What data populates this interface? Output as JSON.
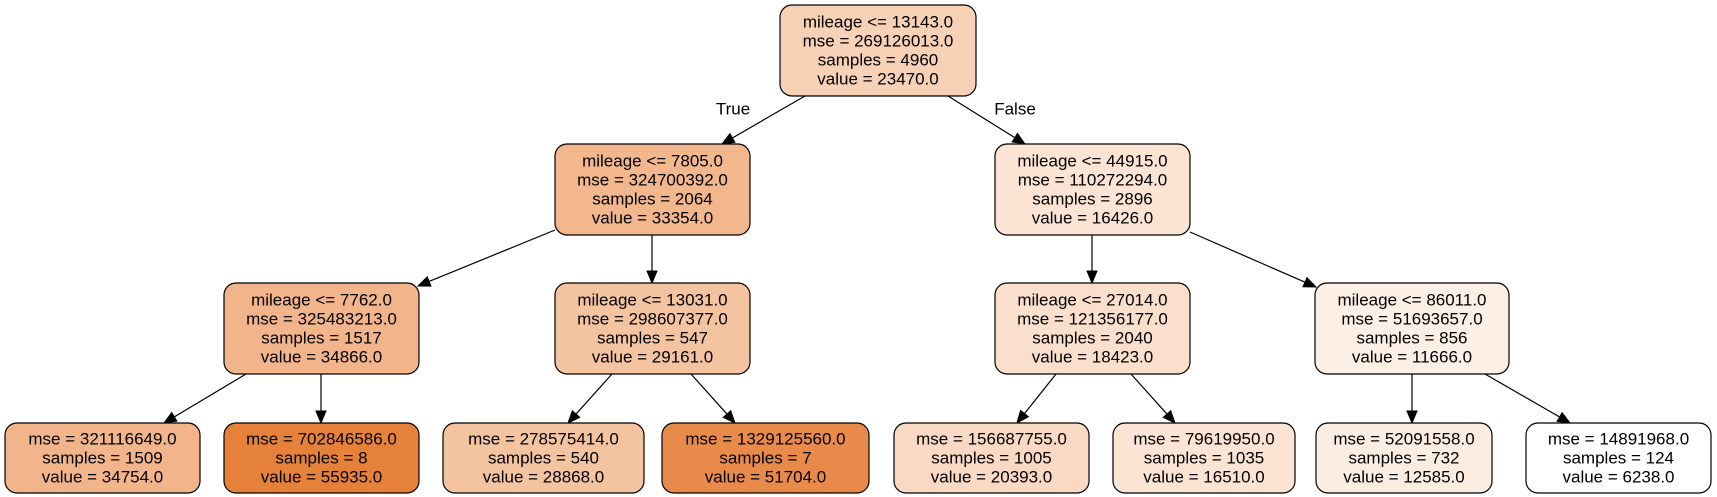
{
  "tree": {
    "nodes": [
      {
        "id": "n0",
        "lines": [
          "mileage <= 13143.0",
          "mse = 269126013.0",
          "samples = 4960",
          "value = 23470.0"
        ],
        "color": "#f7d1b6"
      },
      {
        "id": "n1",
        "lines": [
          "mileage <= 7805.0",
          "mse = 324700392.0",
          "samples = 2064",
          "value = 33354.0"
        ],
        "color": "#f3b78e"
      },
      {
        "id": "n2",
        "lines": [
          "mileage <= 7762.0",
          "mse = 325483213.0",
          "samples = 1517",
          "value = 34866.0"
        ],
        "color": "#f2b48a"
      },
      {
        "id": "n3",
        "lines": [
          "mse = 321116649.0",
          "samples = 1509",
          "value = 34754.0"
        ],
        "color": "#f2b48b"
      },
      {
        "id": "n4",
        "lines": [
          "mse = 702846586.0",
          "samples = 8",
          "value = 55935.0"
        ],
        "color": "#e58139"
      },
      {
        "id": "n5",
        "lines": [
          "mileage <= 13031.0",
          "mse = 298607377.0",
          "samples = 547",
          "value = 29161.0"
        ],
        "color": "#f4c3a0"
      },
      {
        "id": "n6",
        "lines": [
          "mse = 278575414.0",
          "samples = 540",
          "value = 28868.0"
        ],
        "color": "#f4c4a1"
      },
      {
        "id": "n7",
        "lines": [
          "mse = 1329125560.0",
          "samples = 7",
          "value = 51704.0"
        ],
        "color": "#e88b4a"
      },
      {
        "id": "n8",
        "lines": [
          "mileage <= 44915.0",
          "mse = 110272294.0",
          "samples = 2896",
          "value = 16426.0"
        ],
        "color": "#fbe4d4"
      },
      {
        "id": "n9",
        "lines": [
          "mileage <= 27014.0",
          "mse = 121356177.0",
          "samples = 2040",
          "value = 18423.0"
        ],
        "color": "#fadfcc"
      },
      {
        "id": "n10",
        "lines": [
          "mse = 156687755.0",
          "samples = 1005",
          "value = 20393.0"
        ],
        "color": "#f9d9c3"
      },
      {
        "id": "n11",
        "lines": [
          "mse = 79619950.0",
          "samples = 1035",
          "value = 16510.0"
        ],
        "color": "#fbe4d4"
      },
      {
        "id": "n12",
        "lines": [
          "mileage <= 86011.0",
          "mse = 51693657.0",
          "samples = 856",
          "value = 11666.0"
        ],
        "color": "#fcefe6"
      },
      {
        "id": "n13",
        "lines": [
          "mse = 52091558.0",
          "samples = 732",
          "value = 12585.0"
        ],
        "color": "#fcede2"
      },
      {
        "id": "n14",
        "lines": [
          "mse = 14891968.0",
          "samples = 124",
          "value = 6238.0"
        ],
        "color": "#ffffff"
      }
    ],
    "edges": [
      {
        "from": "n0",
        "to": "n1",
        "label": "True"
      },
      {
        "from": "n0",
        "to": "n8",
        "label": "False"
      },
      {
        "from": "n1",
        "to": "n2",
        "label": ""
      },
      {
        "from": "n1",
        "to": "n5",
        "label": ""
      },
      {
        "from": "n2",
        "to": "n3",
        "label": ""
      },
      {
        "from": "n2",
        "to": "n4",
        "label": ""
      },
      {
        "from": "n5",
        "to": "n6",
        "label": ""
      },
      {
        "from": "n5",
        "to": "n7",
        "label": ""
      },
      {
        "from": "n8",
        "to": "n9",
        "label": ""
      },
      {
        "from": "n8",
        "to": "n12",
        "label": ""
      },
      {
        "from": "n9",
        "to": "n10",
        "label": ""
      },
      {
        "from": "n9",
        "to": "n11",
        "label": ""
      },
      {
        "from": "n12",
        "to": "n13",
        "label": ""
      },
      {
        "from": "n12",
        "to": "n14",
        "label": ""
      }
    ]
  }
}
